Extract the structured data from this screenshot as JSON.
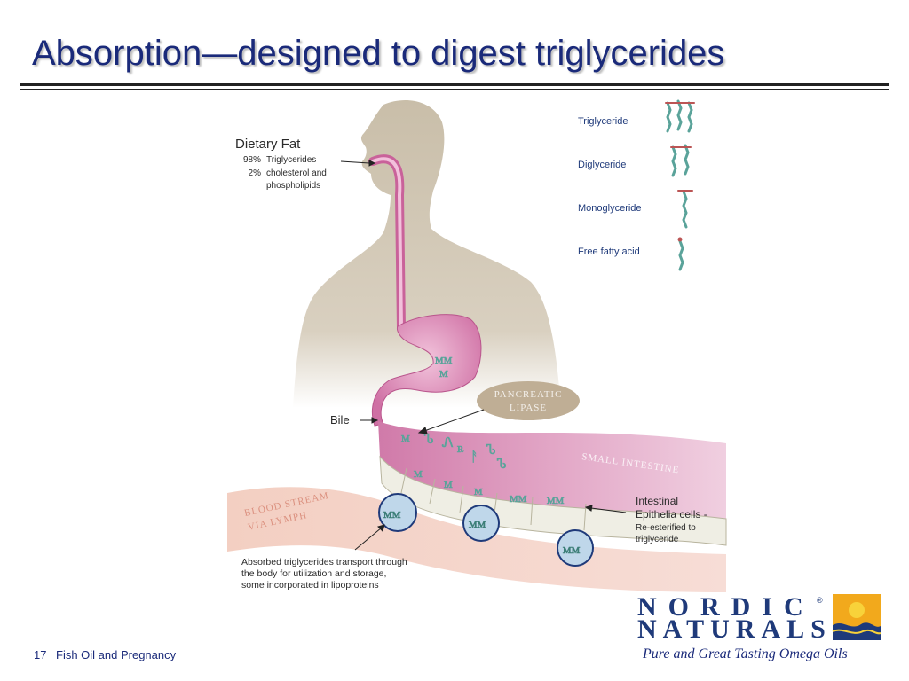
{
  "slide": {
    "title": "Absorption—designed to digest triglycerides",
    "page_number": "17",
    "footer_title": "Fish Oil and Pregnancy",
    "tagline": "Pure and Great Tasting Omega Oils"
  },
  "logo": {
    "line1": "NORDIC",
    "line2": "NATURALS",
    "registered": "®"
  },
  "diagram": {
    "dietary_fat": {
      "heading": "Dietary Fat",
      "items": [
        {
          "pct": "98%",
          "text": "Triglycerides"
        },
        {
          "pct": "2%",
          "text": "cholesterol and",
          "text2": "phospholipids"
        }
      ]
    },
    "legend": [
      {
        "label": "Triglyceride",
        "icon": "triglyceride-molecule-icon"
      },
      {
        "label": "Diglyceride",
        "icon": "diglyceride-molecule-icon"
      },
      {
        "label": "Monoglyceride",
        "icon": "monoglyceride-molecule-icon"
      },
      {
        "label": "Free fatty acid",
        "icon": "free-fatty-acid-molecule-icon"
      }
    ],
    "labels": {
      "bile": "Bile",
      "pancreatic_lipase_1": "PANCREATIC",
      "pancreatic_lipase_2": "LIPASE",
      "small_intestine": "SMALL INTESTINE",
      "blood_stream_1": "BLOOD STREAM",
      "blood_stream_2": "VIA LYMPH",
      "epithelia_1": "Intestinal",
      "epithelia_2": "Epithelia cells -",
      "epithelia_3": "Re-esterified to",
      "epithelia_4": "triglyceride",
      "absorbed_1": "Absorbed triglycerides transport through",
      "absorbed_2": "the body for utilization and storage,",
      "absorbed_3": "some incorporated in lipoproteins"
    },
    "colors": {
      "title_blue": "#1a2a7a",
      "body_tan": "#d2c7b4",
      "digestive_pink": "#c9629a",
      "intestine_pink": "#e7b5cf",
      "blood_salmon": "#efc0b0",
      "lipase_tan": "#bfae95",
      "molecule_teal": "#5aa39a"
    }
  }
}
